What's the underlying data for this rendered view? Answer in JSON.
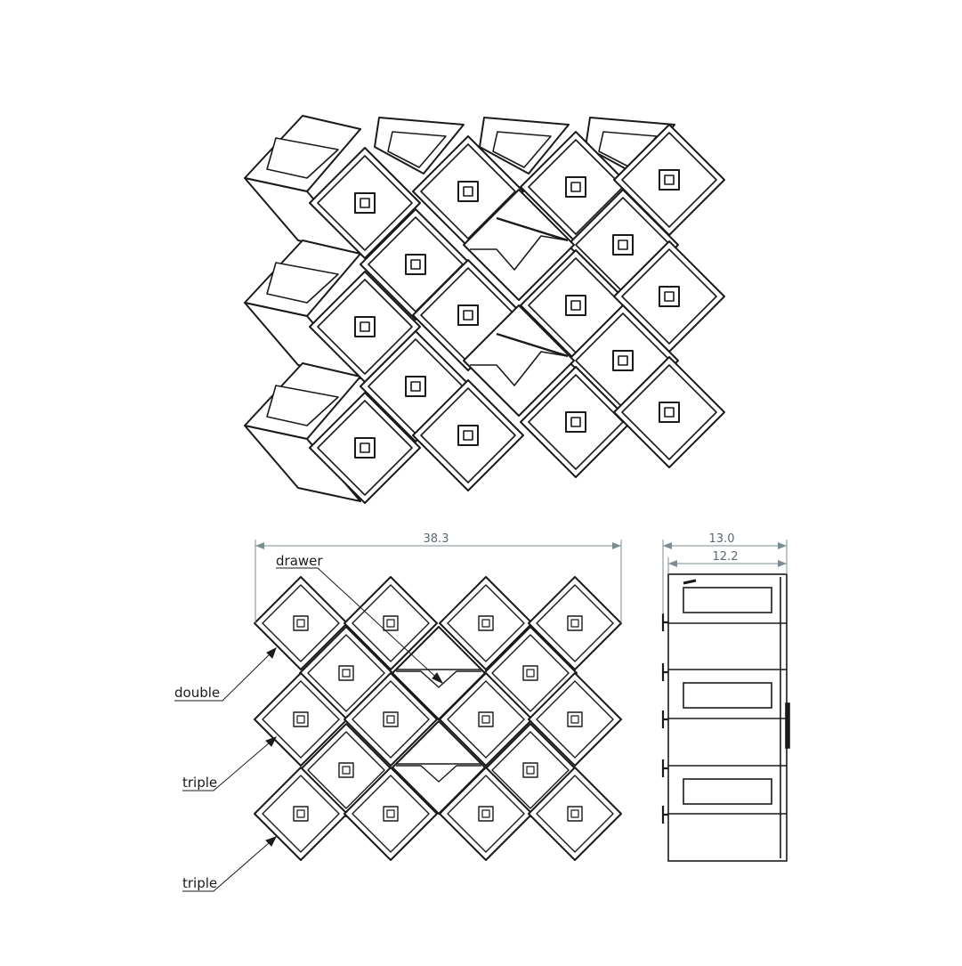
{
  "front_view": {
    "width_dimension": "38.3",
    "callouts": {
      "drawer": "drawer",
      "double": "double",
      "triple_upper": "triple",
      "triple_lower": "triple"
    }
  },
  "side_view": {
    "outer_depth": "13.0",
    "inner_depth": "12.2"
  },
  "colors": {
    "line": "#1a1a1a",
    "dimension": "#7c8c94",
    "background": "#ffffff"
  }
}
